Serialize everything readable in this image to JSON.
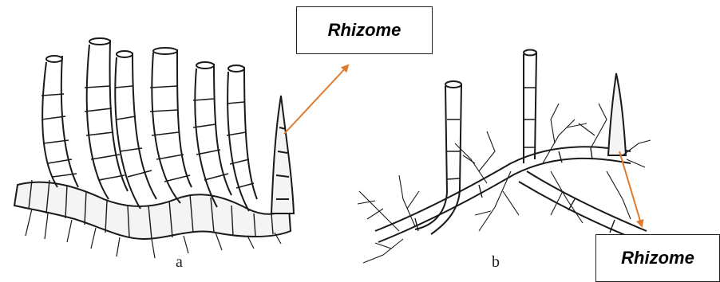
{
  "labels": {
    "rhizome_a": "Rhizome",
    "rhizome_b": "Rhizome"
  },
  "captions": {
    "a": "a",
    "b": "b"
  },
  "colors": {
    "arrow": "#e07b2e",
    "ink": "#1a1a1a"
  }
}
